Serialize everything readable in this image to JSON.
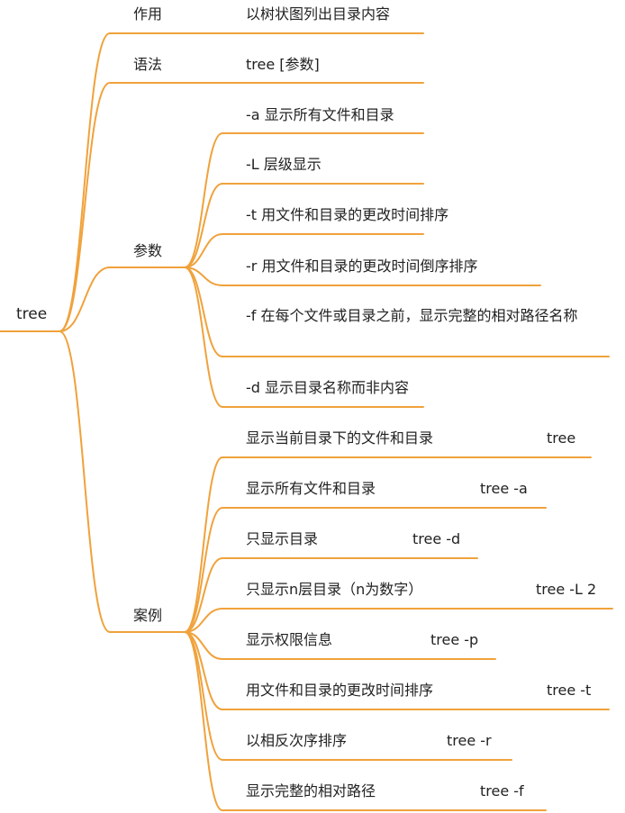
{
  "root": "tree",
  "branches": {
    "purpose": {
      "label": "作用",
      "value": "以树状图列出目录内容"
    },
    "syntax": {
      "label": "语法",
      "value": "tree [参数]"
    },
    "params": {
      "label": "参数",
      "items": [
        "-a 显示所有文件和目录",
        "-L 层级显示",
        "-t 用文件和目录的更改时间排序",
        "-r 用文件和目录的更改时间倒序排序",
        "-f 在每个文件或目录之前，显示完整的相对路径名称",
        "-d 显示目录名称而非内容"
      ]
    },
    "examples": {
      "label": "案例",
      "items": [
        {
          "desc": "显示当前目录下的文件和目录",
          "cmd": "tree"
        },
        {
          "desc": "显示所有文件和目录",
          "cmd": "tree -a"
        },
        {
          "desc": "只显示目录",
          "cmd": "tree -d"
        },
        {
          "desc": "只显示n层目录（n为数字）",
          "cmd": "tree -L 2"
        },
        {
          "desc": "显示权限信息",
          "cmd": "tree -p"
        },
        {
          "desc": "用文件和目录的更改时间排序",
          "cmd": "tree -t"
        },
        {
          "desc": "以相反次序排序",
          "cmd": "tree -r"
        },
        {
          "desc": "显示完整的相对路径",
          "cmd": "tree -f"
        }
      ]
    }
  },
  "colors": {
    "connector": "#f0a23c",
    "text": "#222222",
    "background": "#ffffff"
  }
}
